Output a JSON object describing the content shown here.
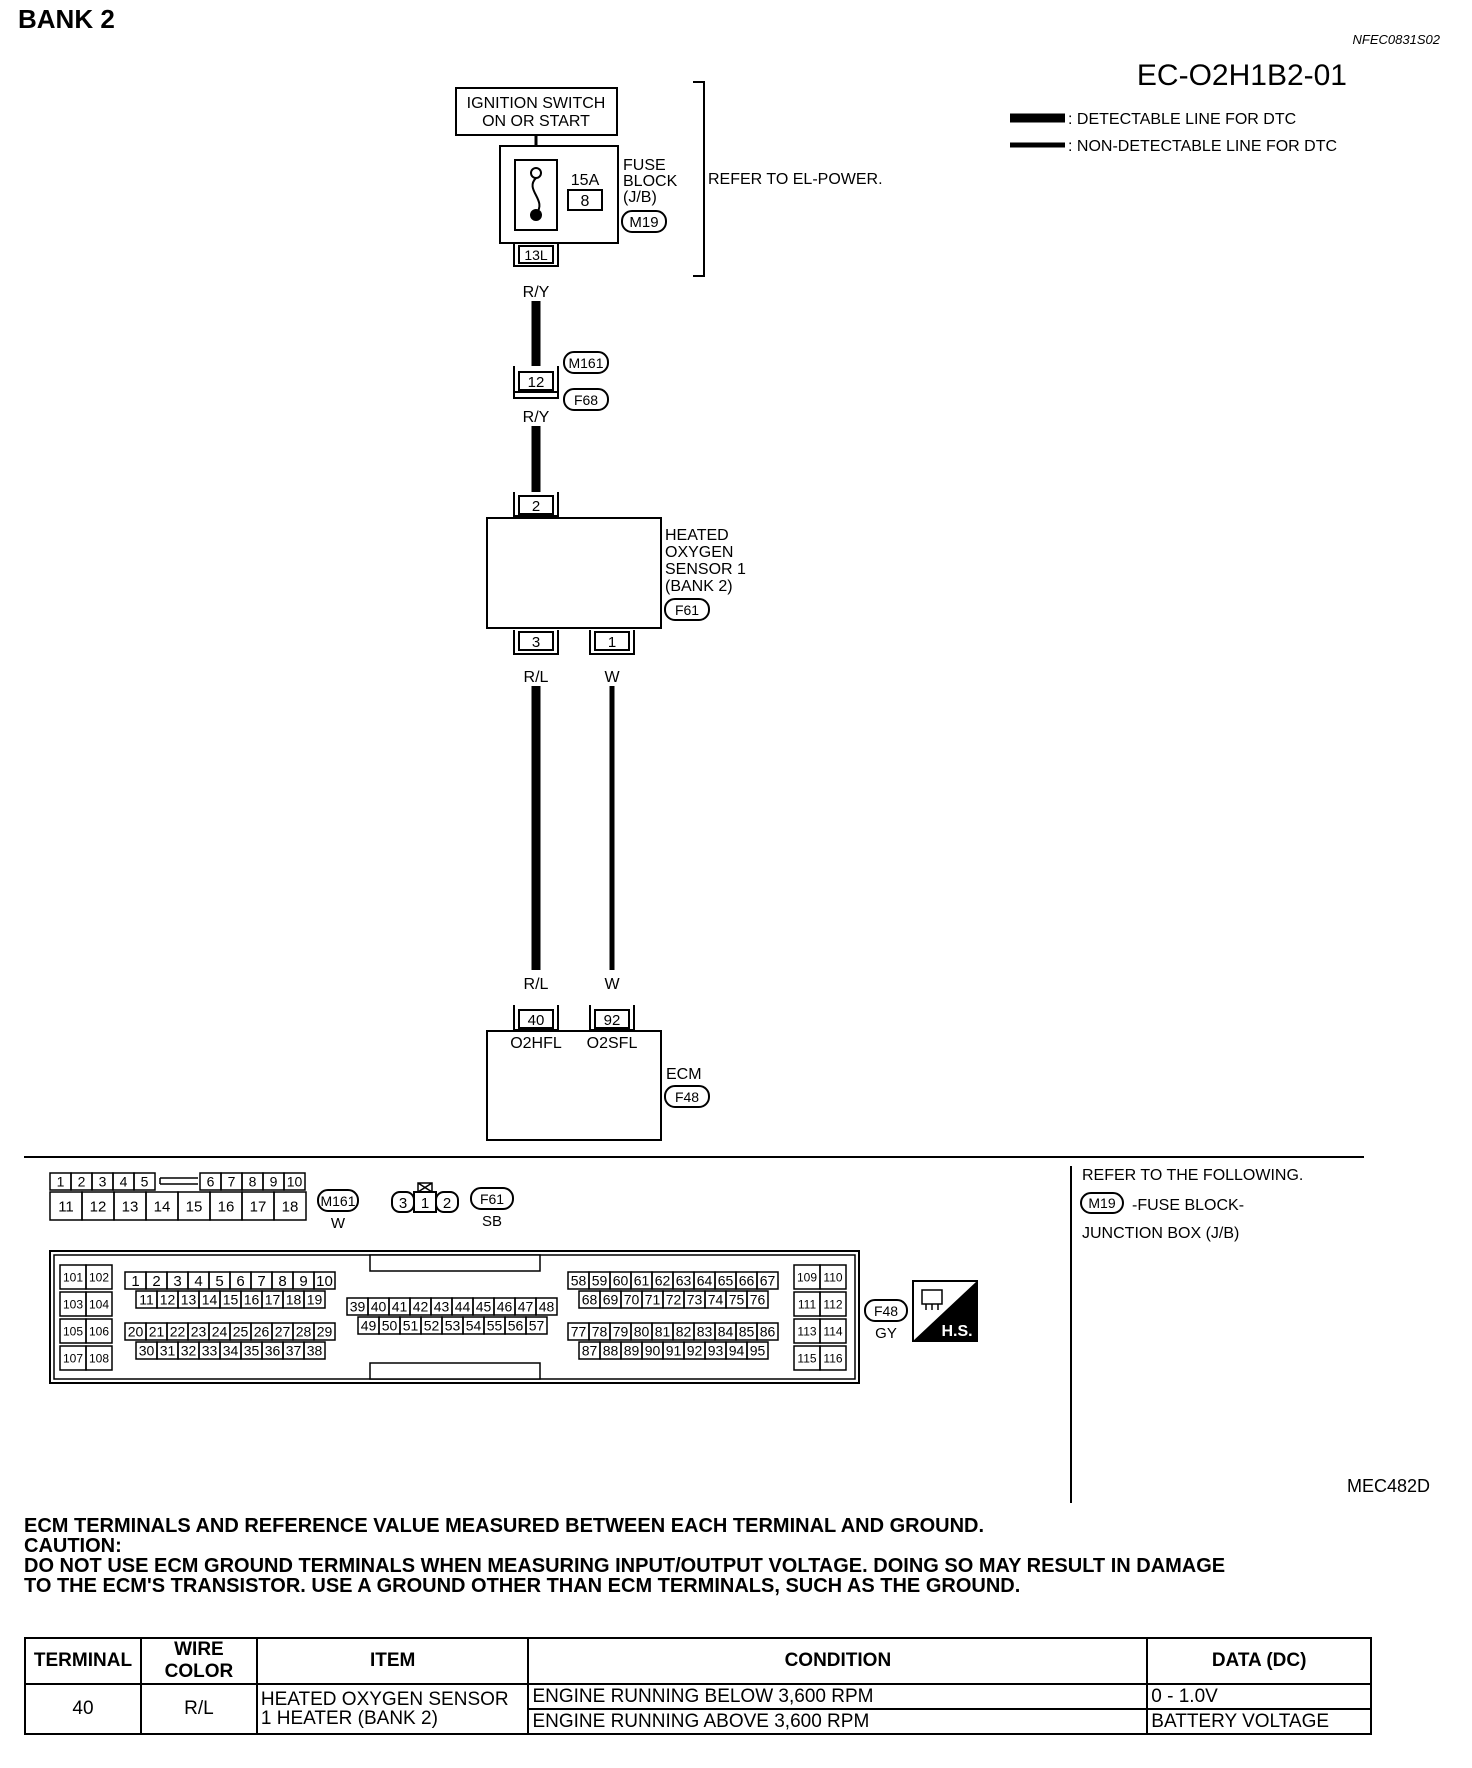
{
  "header": {
    "title": "BANK 2",
    "doc_code": "NFEC0831S02",
    "diagram_code": "EC-O2H1B2-01",
    "figure_code": "MEC482D"
  },
  "legend": {
    "detectable": ": DETECTABLE LINE FOR DTC",
    "non_detectable": ": NON-DETECTABLE LINE FOR DTC"
  },
  "ignition": {
    "line1": "IGNITION SWITCH",
    "line2": "ON OR START"
  },
  "fuse": {
    "rating": "15A",
    "number": "8",
    "label1": "FUSE",
    "label2": "BLOCK",
    "label3": "(J/B)",
    "connector": "M19",
    "terminal": "13L",
    "refer": "REFER TO EL-POWER."
  },
  "wires": {
    "ry_1": "R/Y",
    "ry_2": "R/Y",
    "rl_top": "R/L",
    "w_top": "W",
    "rl_bottom": "R/L",
    "w_bottom": "W"
  },
  "joint": {
    "connector_top": "M161",
    "connector_bottom": "F68",
    "terminal": "12"
  },
  "sensor": {
    "label1": "HEATED",
    "label2": "OXYGEN",
    "label3": "SENSOR 1",
    "label4": "(BANK 2)",
    "connector": "F61",
    "pin_top": "2",
    "pin_left": "3",
    "pin_right": "1"
  },
  "ecm": {
    "label": "ECM",
    "connector": "F48",
    "pin_a": "40",
    "pin_b": "92",
    "name_a": "O2HFL",
    "name_b": "O2SFL"
  },
  "connectors_view": {
    "m161_row1": [
      "1",
      "2",
      "3",
      "4",
      "5",
      "6",
      "7",
      "8",
      "9",
      "10"
    ],
    "m161_row2": [
      "11",
      "12",
      "13",
      "14",
      "15",
      "16",
      "17",
      "18"
    ],
    "m161_label": "M161",
    "m161_color": "W",
    "f61_pins": [
      "3",
      "1",
      "2"
    ],
    "f61_label": "F61",
    "f61_color": "SB",
    "f48_label": "F48",
    "f48_color": "GY",
    "hs_label": "H.S.",
    "ecm_a": [
      [
        "101",
        "102"
      ],
      [
        "103",
        "104"
      ],
      [
        "105",
        "106"
      ],
      [
        "107",
        "108"
      ]
    ],
    "ecm_b1": [
      "1",
      "2",
      "3",
      "4",
      "5",
      "6",
      "7",
      "8",
      "9",
      "10"
    ],
    "ecm_b2": [
      "11",
      "12",
      "13",
      "14",
      "15",
      "16",
      "17",
      "18",
      "19"
    ],
    "ecm_b3": [
      "20",
      "21",
      "22",
      "23",
      "24",
      "25",
      "26",
      "27",
      "28",
      "29"
    ],
    "ecm_b4": [
      "30",
      "31",
      "32",
      "33",
      "34",
      "35",
      "36",
      "37",
      "38"
    ],
    "ecm_c1": [
      "39",
      "40",
      "41",
      "42",
      "43",
      "44",
      "45",
      "46",
      "47",
      "48"
    ],
    "ecm_c2": [
      "49",
      "50",
      "51",
      "52",
      "53",
      "54",
      "55",
      "56",
      "57"
    ],
    "ecm_d1": [
      "58",
      "59",
      "60",
      "61",
      "62",
      "63",
      "64",
      "65",
      "66",
      "67"
    ],
    "ecm_d2": [
      "68",
      "69",
      "70",
      "71",
      "72",
      "73",
      "74",
      "75",
      "76"
    ],
    "ecm_d3": [
      "77",
      "78",
      "79",
      "80",
      "81",
      "82",
      "83",
      "84",
      "85",
      "86"
    ],
    "ecm_d4": [
      "87",
      "88",
      "89",
      "90",
      "91",
      "92",
      "93",
      "94",
      "95"
    ],
    "ecm_e": [
      [
        "109",
        "110"
      ],
      [
        "111",
        "112"
      ],
      [
        "113",
        "114"
      ],
      [
        "115",
        "116"
      ]
    ]
  },
  "refer_box": {
    "line1": "REFER TO THE FOLLOWING.",
    "connector": "M19",
    "line2": "-FUSE BLOCK-",
    "line3": "JUNCTION BOX (J/B)"
  },
  "caption": {
    "line1": "ECM TERMINALS AND REFERENCE VALUE MEASURED BETWEEN EACH TERMINAL AND GROUND.",
    "line2": "CAUTION:",
    "line3": "DO NOT USE ECM GROUND TERMINALS WHEN MEASURING INPUT/OUTPUT VOLTAGE. DOING SO MAY RESULT IN DAMAGE",
    "line4": "TO THE ECM'S TRANSISTOR. USE A GROUND OTHER THAN ECM TERMINALS, SUCH AS THE GROUND."
  },
  "table": {
    "headers": [
      "TERMINAL",
      "WIRE COLOR",
      "ITEM",
      "CONDITION",
      "DATA (DC)"
    ],
    "terminal": "40",
    "wire_color": "R/L",
    "item_line1": "HEATED OXYGEN SENSOR",
    "item_line2": "1 HEATER (BANK 2)",
    "rows": [
      {
        "condition": "ENGINE RUNNING BELOW 3,600 RPM",
        "data": "0 - 1.0V"
      },
      {
        "condition": "ENGINE RUNNING ABOVE 3,600 RPM",
        "data": "BATTERY VOLTAGE"
      }
    ]
  }
}
